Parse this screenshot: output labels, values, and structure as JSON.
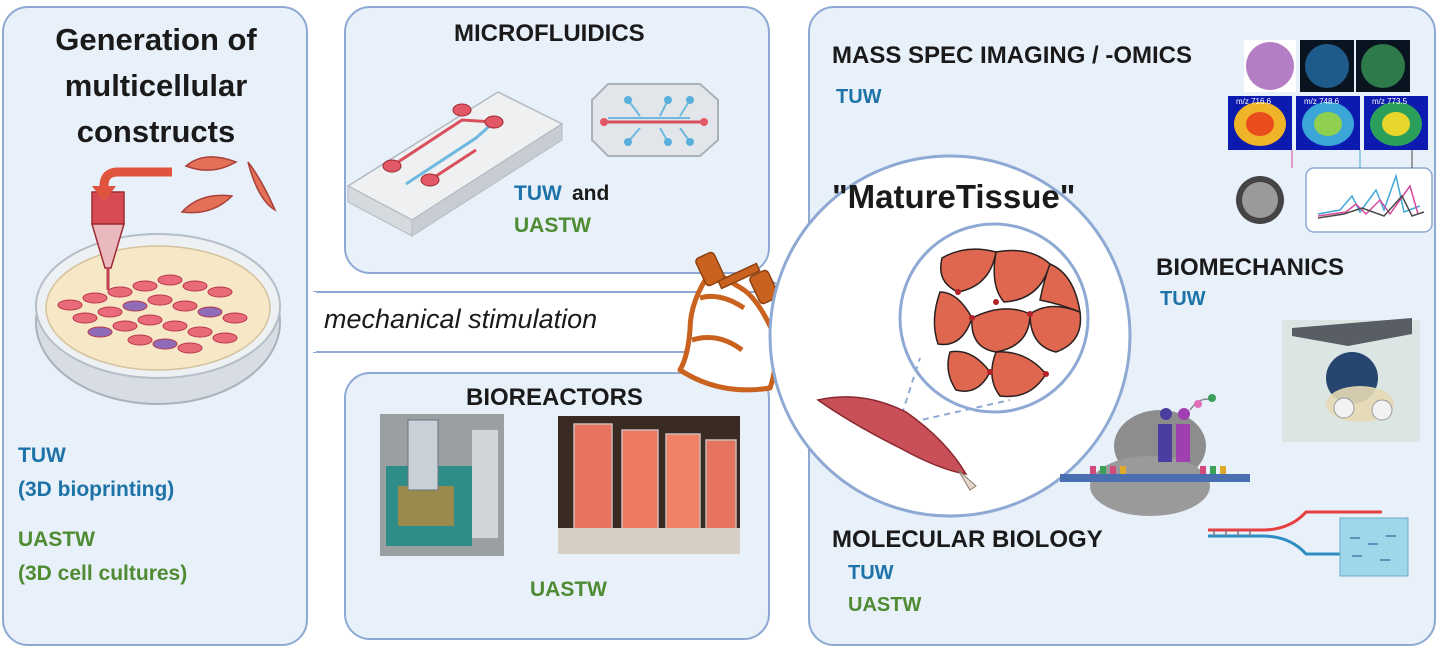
{
  "left_panel": {
    "title_lines": [
      "Generation of",
      "multicellular",
      "constructs"
    ],
    "tuw": "TUW",
    "tuw_detail": "(3D bioprinting)",
    "uastw": "UASTW",
    "uastw_detail": "(3D cell cultures)"
  },
  "microfluidics": {
    "title": "MICROFLUIDICS",
    "tuw": "TUW",
    "and": "and",
    "uastw": "UASTW"
  },
  "bioreactors": {
    "title": "BIOREACTORS",
    "uastw": "UASTW"
  },
  "arrow": {
    "label": "mechanical stimulation"
  },
  "center": {
    "title": "\"MatureTissue\""
  },
  "right_panel": {
    "mass_spec_title": "MASS SPEC IMAGING / -OMICS",
    "mass_spec_tuw": "TUW",
    "mz_labels": [
      "m/z 716.6",
      "m/z 748.6",
      "m/z 773.5"
    ],
    "biomechanics_title": "BIOMECHANICS",
    "biomechanics_tuw": "TUW",
    "molecular_title": "MOLECULAR BIOLOGY",
    "molecular_tuw": "TUW",
    "molecular_uastw": "UASTW"
  },
  "colors": {
    "panel_fill": "#e8f0fa",
    "panel_border": "#8ea9d3",
    "tuw_blue": "#1d73a8",
    "uastw_green": "#4f8b33"
  }
}
